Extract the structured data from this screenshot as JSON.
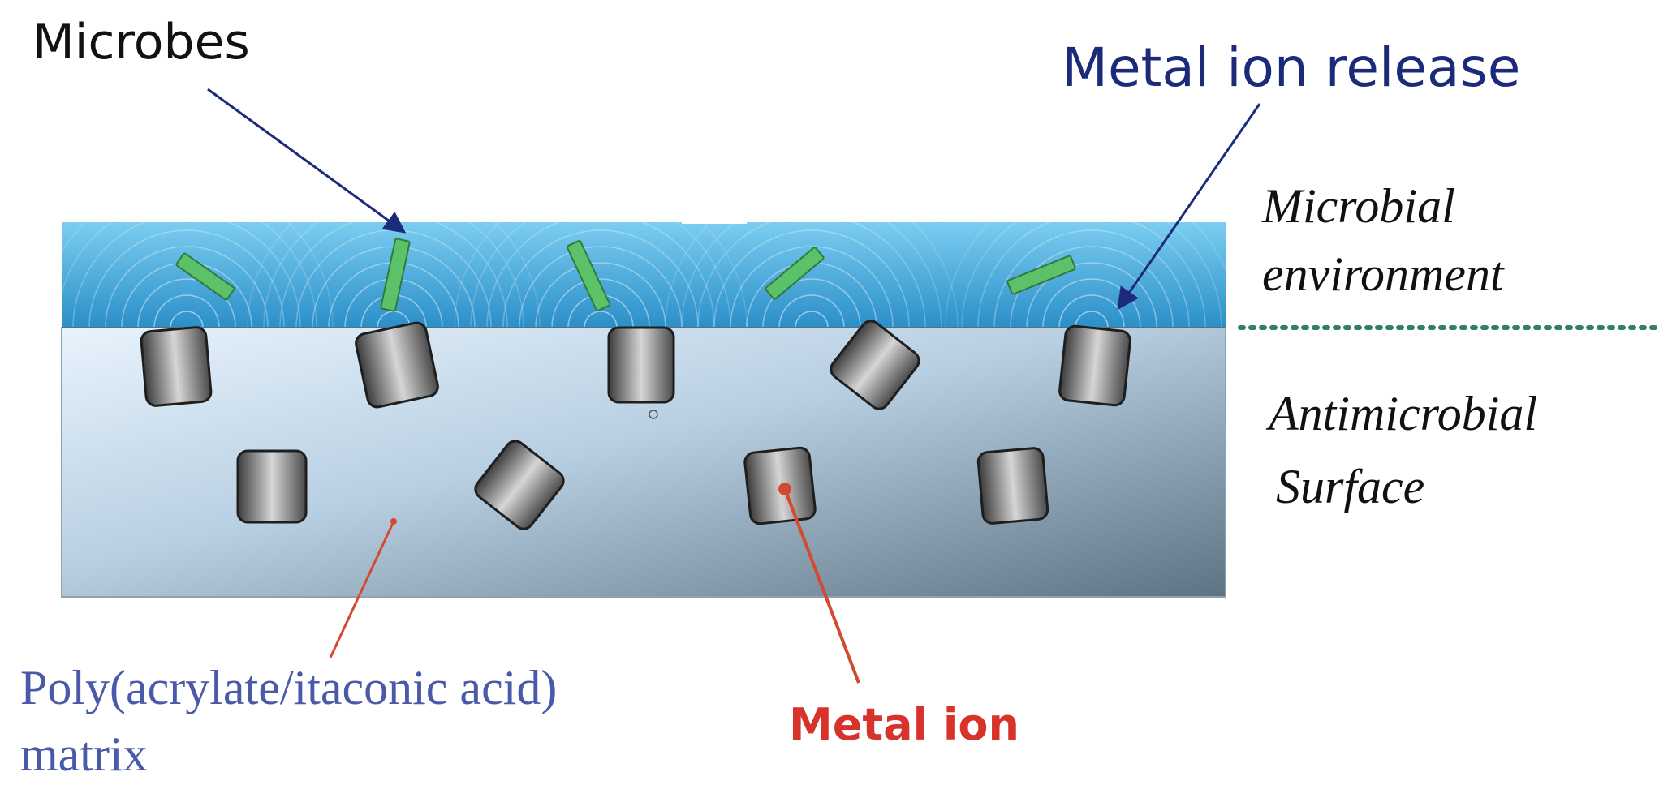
{
  "labels": {
    "microbes": "Microbes",
    "metal_ion_release": "Metal ion release",
    "microbial_environment_line1": "Microbial",
    "microbial_environment_line2": "environment",
    "antimicrobial_surface_line1": "Antimicrobial",
    "antimicrobial_surface_line2": "Surface",
    "matrix_line1": "Poly(acrylate/itaconic acid)",
    "matrix_line2": "matrix",
    "metal_ion": "Metal ion"
  },
  "colors": {
    "microbes_label": "#111111",
    "metal_ion_release_label": "#1c2a7a",
    "environment_label": "#111111",
    "matrix_label": "#4a5aa8",
    "metal_ion_label": "#d8332b",
    "water_top": "#7ccdf1",
    "water_bottom": "#2a8fc8",
    "matrix_top": "#e6f2fb",
    "matrix_bottom": "#5b7282",
    "microbe": "#5bc26a",
    "microbe_stroke": "#2f7a3c",
    "divider": "#2f7f6a",
    "arrow_blue": "#1c2a7a",
    "arrow_red": "#d24a2f"
  }
}
